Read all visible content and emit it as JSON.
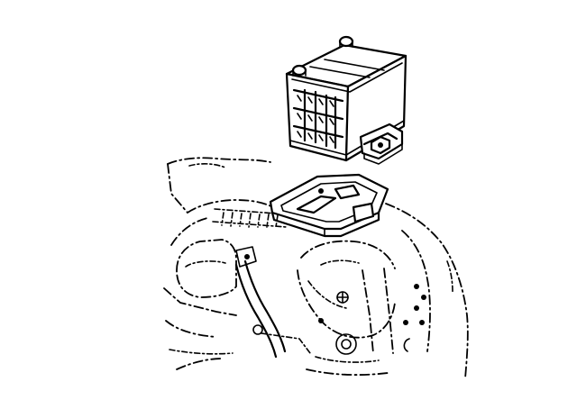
{
  "figure": {
    "background_color": "#ffffff",
    "line_color": "#000000",
    "parts": [
      {
        "name": "battery",
        "icon": "battery-icon"
      },
      {
        "name": "battery-hold-down-clamp",
        "icon": "clamp-bracket-icon"
      },
      {
        "name": "battery-tray",
        "icon": "tray-icon"
      },
      {
        "name": "engine-compartment-phantom",
        "icon": "engine-bay-icon"
      }
    ]
  }
}
